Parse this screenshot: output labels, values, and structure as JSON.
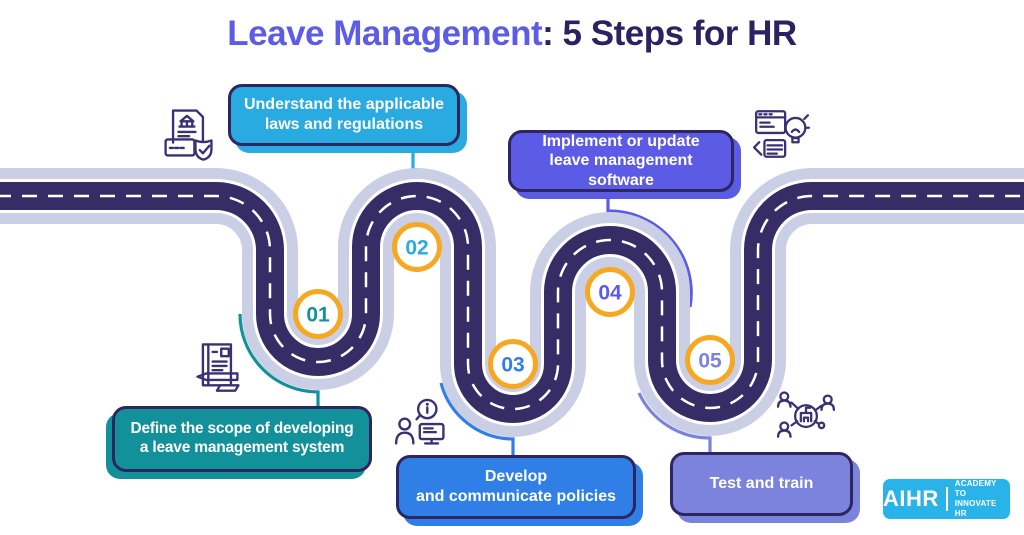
{
  "title": {
    "highlight": "Leave Management",
    "rest": ": 5 Steps for HR"
  },
  "steps": [
    {
      "num": "01",
      "num_color": "#12919B",
      "box_color": "#12919B",
      "label": "Define the scope of developing\na leave management system",
      "icon": "document-pencil-icon",
      "box_position": "bottom"
    },
    {
      "num": "02",
      "num_color": "#29ABE2",
      "box_color": "#29ABE2",
      "label": "Understand the applicable\nlaws and regulations",
      "icon": "laws-shield-icon",
      "box_position": "top"
    },
    {
      "num": "03",
      "num_color": "#2F7FE6",
      "box_color": "#2F7FE6",
      "label": "Develop\nand communicate policies",
      "icon": "person-monitor-info-icon",
      "box_position": "bottom"
    },
    {
      "num": "04",
      "num_color": "#5B5BE6",
      "box_color": "#5B5BE6",
      "label": "Implement or update\nleave management software",
      "icon": "software-lightbulb-icon",
      "box_position": "top"
    },
    {
      "num": "05",
      "num_color": "#7B83DC",
      "box_color": "#7B83DC",
      "label": "Test and train",
      "icon": "people-network-icon",
      "box_position": "bottom"
    }
  ],
  "logo": {
    "brand": "AIHR",
    "tagline": "ACADEMY TO\nINNOVATE HR",
    "background": "#29B3E8"
  },
  "colors": {
    "background": "#FFFFFF",
    "road_asphalt": "#362C66",
    "road_casing": "#CBCFE6",
    "road_edge_line": "#FFFFFF",
    "lane_dash": "#FFFFFF",
    "milestone_ring": "#F7A823",
    "box_border": "#2E2660",
    "title_highlight": "#5C5CE6",
    "title_rest": "#2B2361",
    "icon_stroke": "#3A3175"
  }
}
